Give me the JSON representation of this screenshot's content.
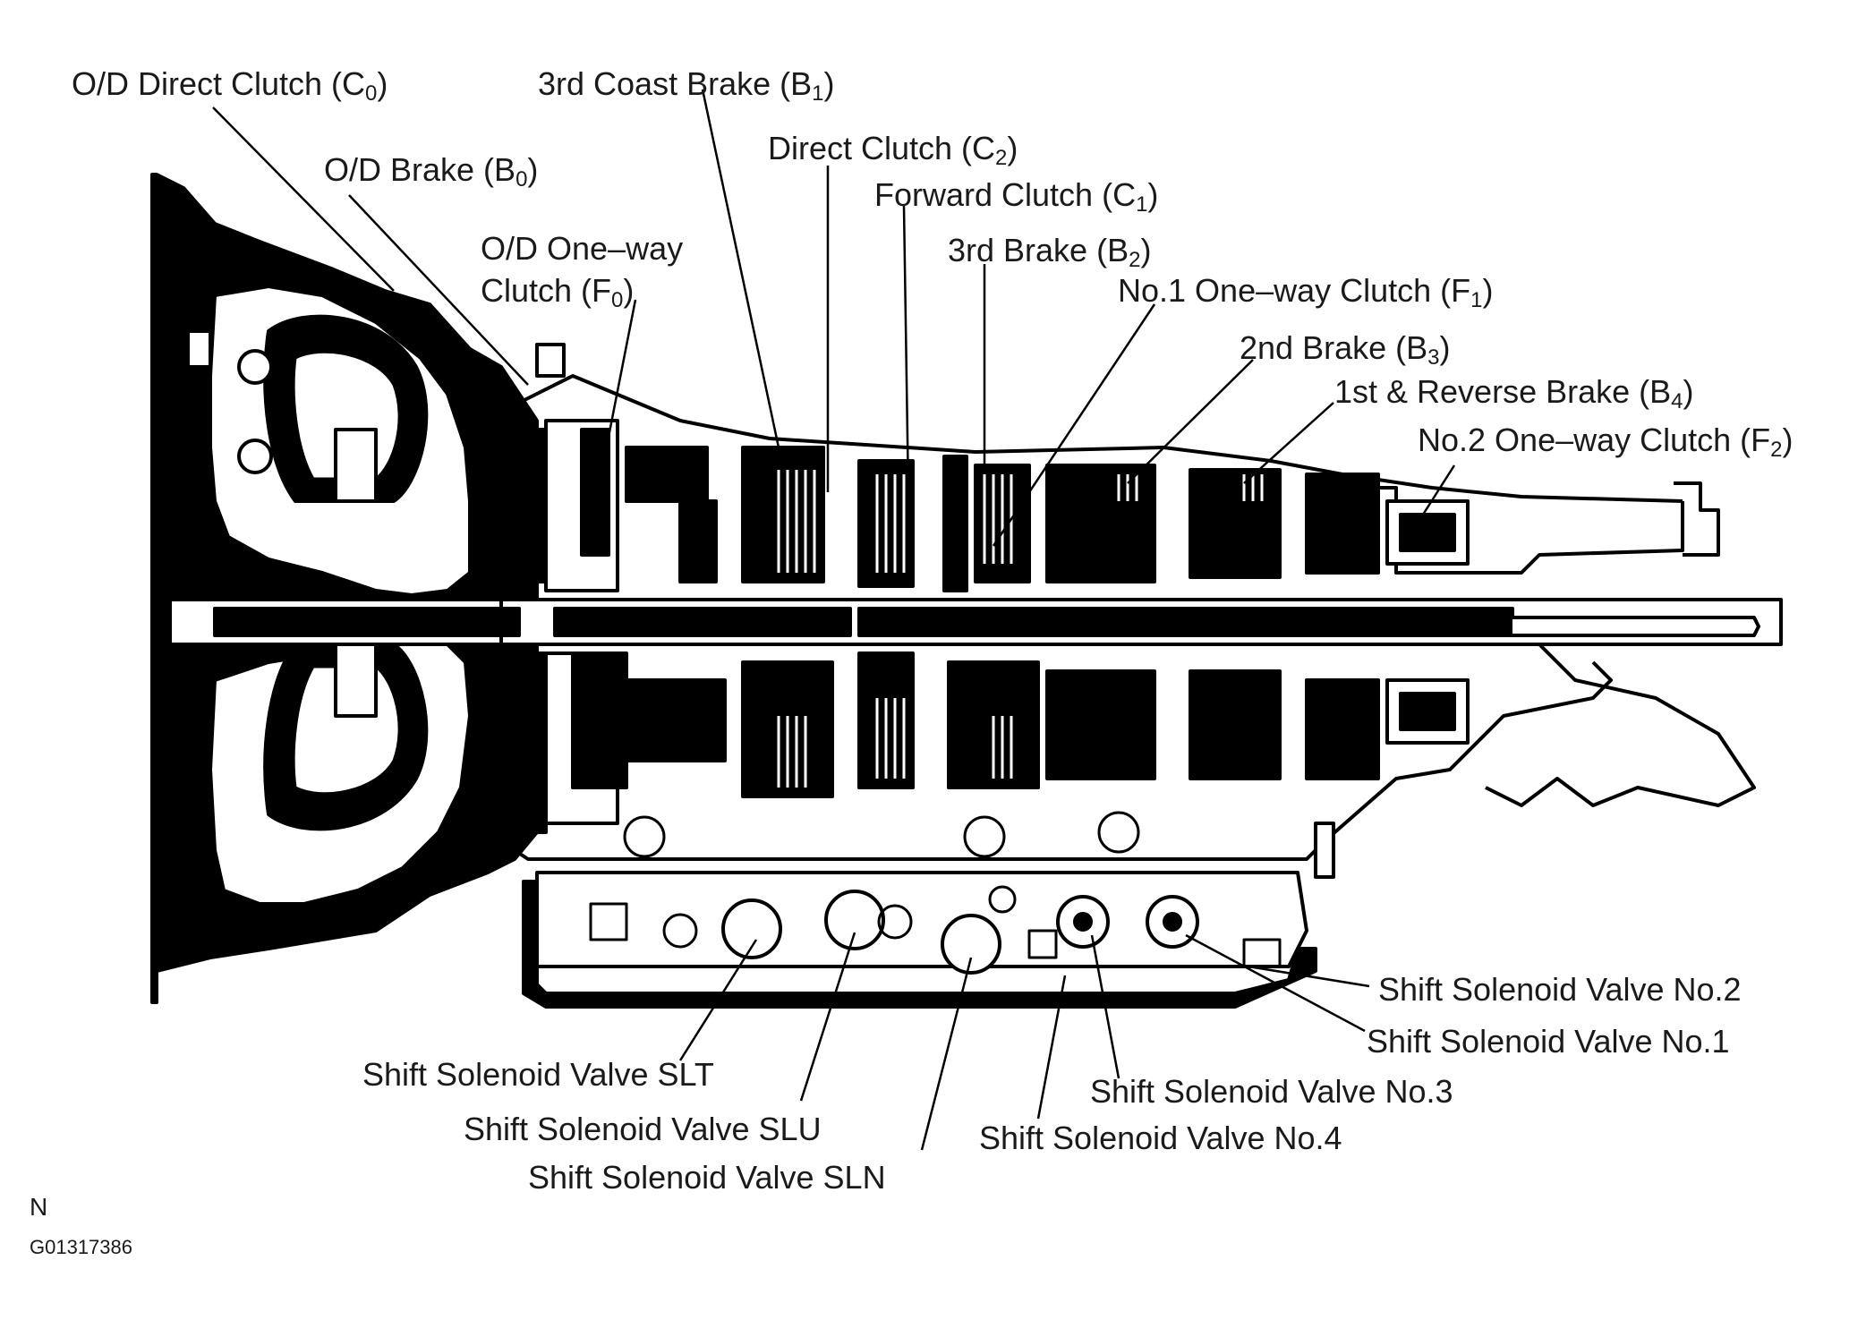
{
  "labels": {
    "od_direct_clutch": {
      "text": "O/D Direct Clutch (C",
      "sub": "0",
      "close": ")"
    },
    "third_coast_brake": {
      "text": "3rd Coast Brake (B",
      "sub": "1",
      "close": ")"
    },
    "od_brake": {
      "text": "O/D Brake (B",
      "sub": "0",
      "close": ")"
    },
    "direct_clutch": {
      "text": "Direct Clutch (C",
      "sub": "2",
      "close": ")"
    },
    "forward_clutch": {
      "text": "Forward Clutch (C",
      "sub": "1",
      "close": ")"
    },
    "od_one_way_clutch_line1": "O/D One–way",
    "od_one_way_clutch_line2": {
      "text": "Clutch (F",
      "sub": "0",
      "close": ")"
    },
    "third_brake": {
      "text": "3rd Brake (B",
      "sub": "2",
      "close": ")"
    },
    "no1_one_way_clutch": {
      "text": "No.1 One–way Clutch (F",
      "sub": "1",
      "close": ")"
    },
    "second_brake": {
      "text": "2nd Brake (B",
      "sub": "3",
      "close": ")"
    },
    "first_reverse_brake": {
      "text": "1st & Reverse Brake (B",
      "sub": "4",
      "close": ")"
    },
    "no2_one_way_clutch": {
      "text": "No.2 One–way Clutch (F",
      "sub": "2",
      "close": ")"
    },
    "shift_solenoid_no2": "Shift Solenoid Valve No.2",
    "shift_solenoid_no1": "Shift Solenoid Valve No.1",
    "shift_solenoid_slt": "Shift Solenoid Valve SLT",
    "shift_solenoid_no3": "Shift Solenoid Valve No.3",
    "shift_solenoid_slu": "Shift Solenoid Valve SLU",
    "shift_solenoid_no4": "Shift Solenoid Valve No.4",
    "shift_solenoid_sln": "Shift Solenoid Valve SLN"
  },
  "footer": {
    "letter": "N",
    "figure_id": "G01317386"
  }
}
